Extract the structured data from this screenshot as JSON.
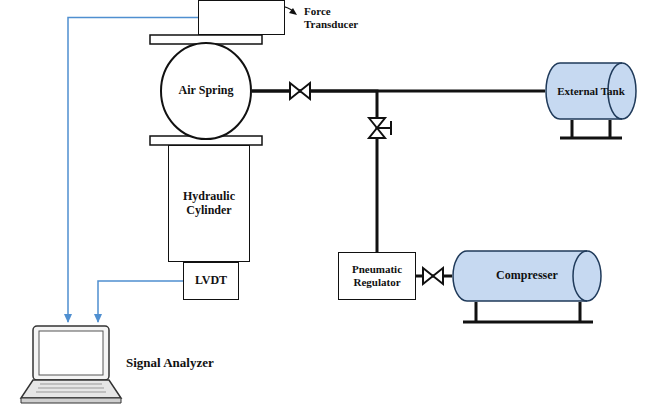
{
  "diagram": {
    "nodes": [
      {
        "text": [
          "Force Transducer"
        ]
      },
      {
        "text": [
          "Air Spring"
        ]
      },
      {
        "text": [
          "Hydraulic Cylinder"
        ]
      },
      {
        "text": [
          "LVDT"
        ]
      },
      {
        "text": [
          "External Tank"
        ]
      },
      {
        "text": [
          "Pneumatic Regulator"
        ]
      },
      {
        "text": [
          "Compresser"
        ]
      },
      {
        "text": [
          "Signal Analyzer"
        ]
      }
    ],
    "edges": [
      {
        "from": 0,
        "to": 7,
        "arrow": "to"
      },
      {
        "from": 3,
        "to": 7,
        "arrow": "to"
      },
      {
        "from": 1,
        "to": 4,
        "arrow": "none"
      },
      {
        "from": 5,
        "to": 1,
        "arrow": "none"
      },
      {
        "from": 6,
        "to": 5,
        "arrow": "none"
      }
    ]
  }
}
